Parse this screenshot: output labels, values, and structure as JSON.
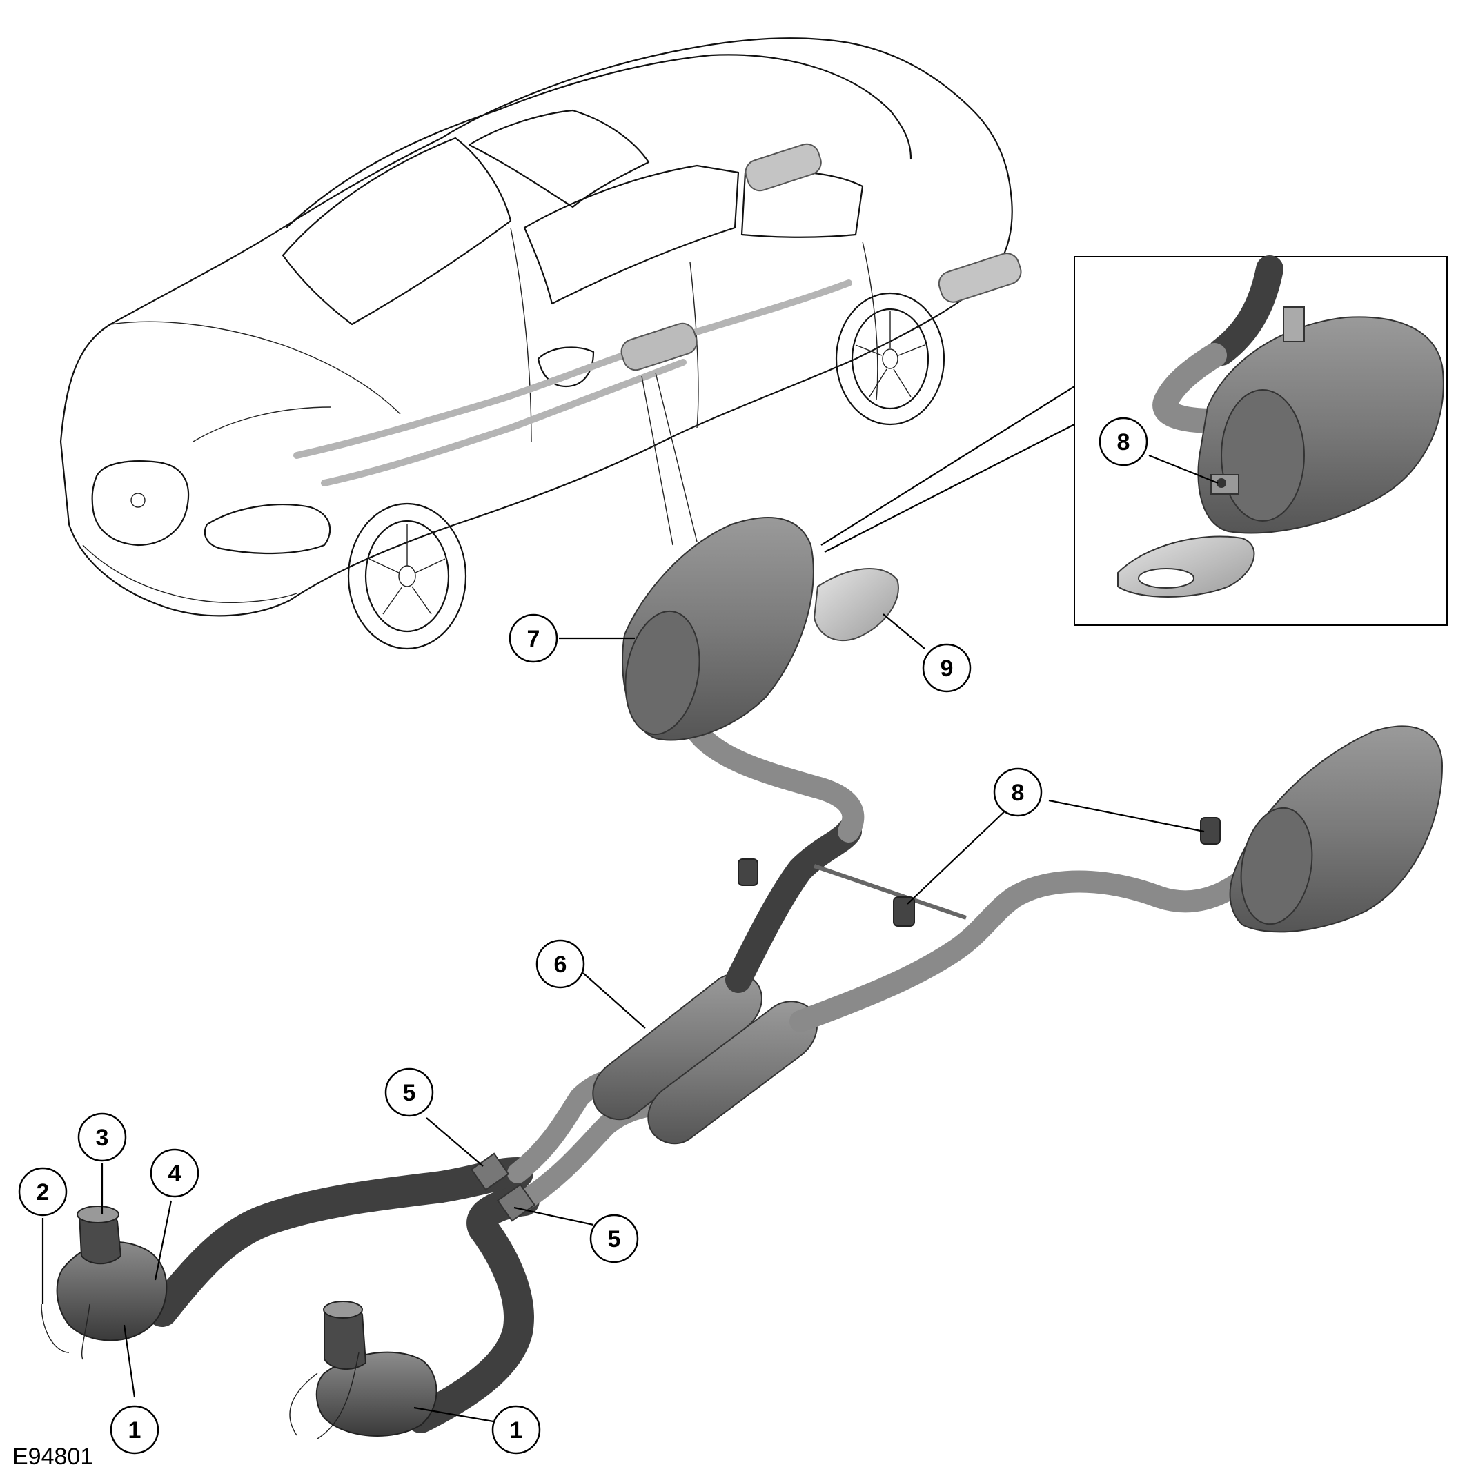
{
  "figure": {
    "reference_code": "E94801",
    "callouts": [
      {
        "id": "c1a",
        "label": "1"
      },
      {
        "id": "c1b",
        "label": "1"
      },
      {
        "id": "c2",
        "label": "2"
      },
      {
        "id": "c3",
        "label": "3"
      },
      {
        "id": "c4",
        "label": "4"
      },
      {
        "id": "c5a",
        "label": "5"
      },
      {
        "id": "c5b",
        "label": "5"
      },
      {
        "id": "c6",
        "label": "6"
      },
      {
        "id": "c7",
        "label": "7"
      },
      {
        "id": "c8a",
        "label": "8"
      },
      {
        "id": "c8b",
        "label": "8"
      },
      {
        "id": "c9",
        "label": "9"
      }
    ]
  },
  "colors": {
    "line": "#111111",
    "metal_dark": "#3f3f3f",
    "metal_mid": "#8a8a8a",
    "metal_light": "#b4b4b4",
    "background": "#ffffff"
  }
}
